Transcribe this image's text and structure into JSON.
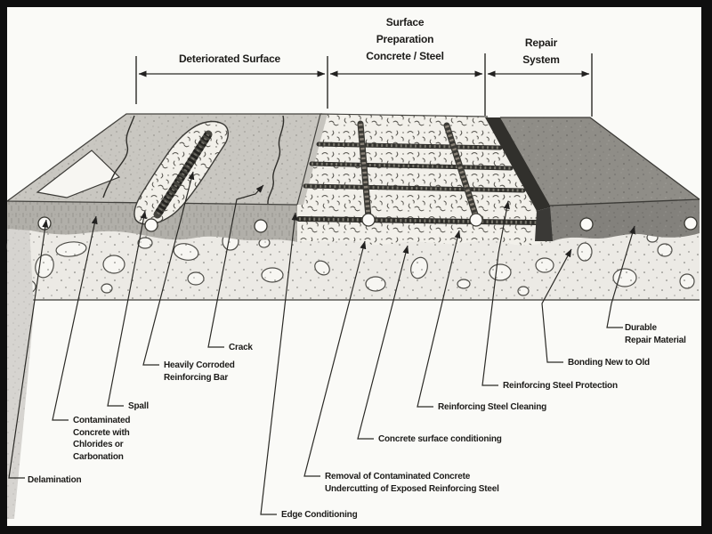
{
  "figure": {
    "subject": "Concrete repair process cross-section diagram",
    "palette": {
      "frame": "#0f0f0f",
      "paper": "#fafaf7",
      "ink": "#222120",
      "slab_light_gray": "#c9c7c1",
      "band_gray": "#b1afa9",
      "repair_dark_gray": "#8f8d87",
      "shadow_wall": "#31302c"
    },
    "stage_dimensions": [
      {
        "id": "deteriorated-surface",
        "label_lines": [
          "Deteriorated Surface"
        ]
      },
      {
        "id": "surface-preparation",
        "label_lines": [
          "Surface",
          "Preparation",
          "Concrete / Steel"
        ]
      },
      {
        "id": "repair-system",
        "label_lines": [
          "Repair",
          "System"
        ]
      }
    ],
    "callouts": [
      {
        "id": "delamination",
        "label_lines": [
          "Delamination"
        ]
      },
      {
        "id": "contaminated-concrete",
        "label_lines": [
          "Contaminated",
          "Concrete with",
          "Chlorides or",
          "Carbonation"
        ]
      },
      {
        "id": "spall",
        "label_lines": [
          "Spall"
        ]
      },
      {
        "id": "corroded-bar",
        "label_lines": [
          "Heavily Corroded",
          "Reinforcing Bar"
        ]
      },
      {
        "id": "crack",
        "label_lines": [
          "Crack"
        ]
      },
      {
        "id": "edge-conditioning",
        "label_lines": [
          "Edge Conditioning"
        ]
      },
      {
        "id": "removal",
        "label_lines": [
          "Removal of Contaminated Concrete",
          "Undercutting of Exposed Reinforcing Steel"
        ]
      },
      {
        "id": "surface-conditioning",
        "label_lines": [
          "Concrete surface conditioning"
        ]
      },
      {
        "id": "steel-cleaning",
        "label_lines": [
          "Reinforcing Steel Cleaning"
        ]
      },
      {
        "id": "steel-protection",
        "label_lines": [
          "Reinforcing Steel Protection"
        ]
      },
      {
        "id": "bonding",
        "label_lines": [
          "Bonding New to Old"
        ]
      },
      {
        "id": "durable-repair",
        "label_lines": [
          "Durable",
          "Repair Material"
        ]
      }
    ]
  }
}
